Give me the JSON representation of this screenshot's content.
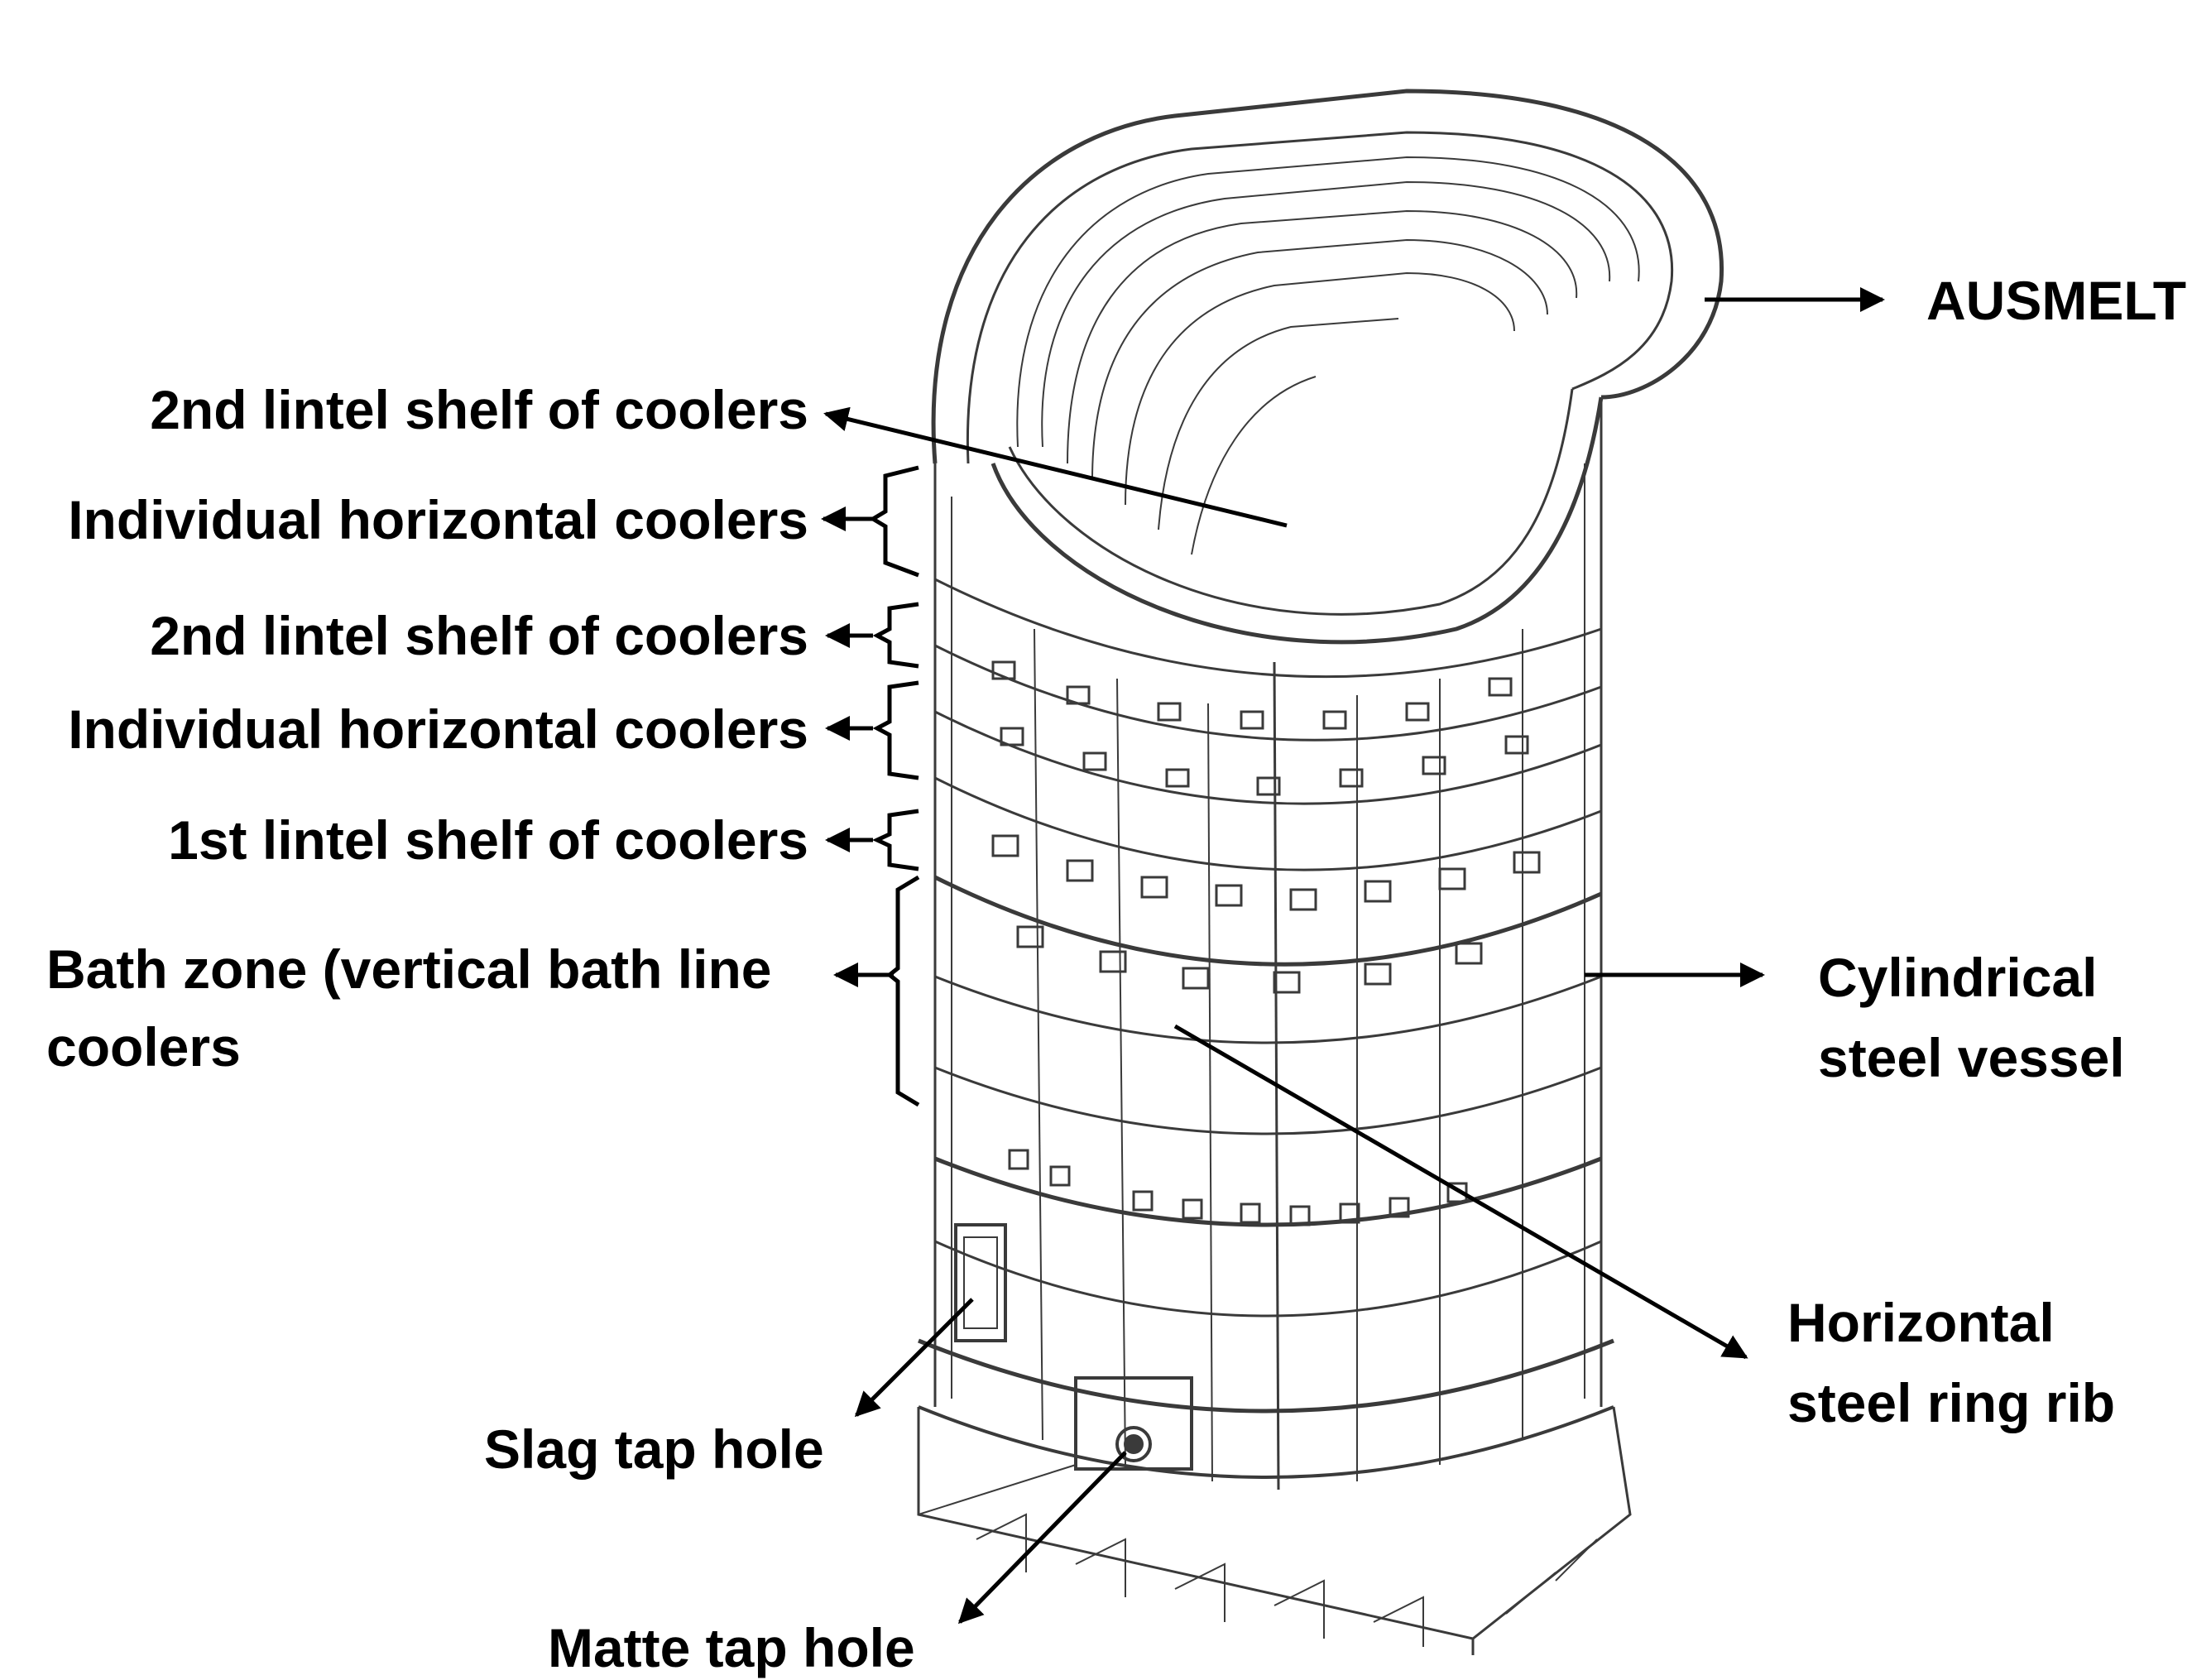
{
  "labels": {
    "ausmelt": "AUSMELT",
    "lintel_shelf_2_top": "2nd lintel shelf of coolers",
    "individual_coolers_top": "Individual horizontal coolers",
    "lintel_shelf_2": "2nd lintel shelf of coolers",
    "individual_coolers": "Individual horizontal coolers",
    "lintel_shelf_1": "1st lintel shelf of coolers",
    "bath_zone_line1": "Bath zone (vertical bath line",
    "bath_zone_line2": "coolers",
    "cylindrical_line1": "Cylindrical",
    "cylindrical_line2": "steel vessel",
    "ring_rib_line1": "Horizontal",
    "ring_rib_line2": "steel ring rib",
    "slag_tap_hole": "Slag tap hole",
    "matte_tap_hole": "Matte tap hole"
  },
  "colors": {
    "ink": "#000000",
    "line": "#3a3a3a",
    "background": "#ffffff"
  }
}
